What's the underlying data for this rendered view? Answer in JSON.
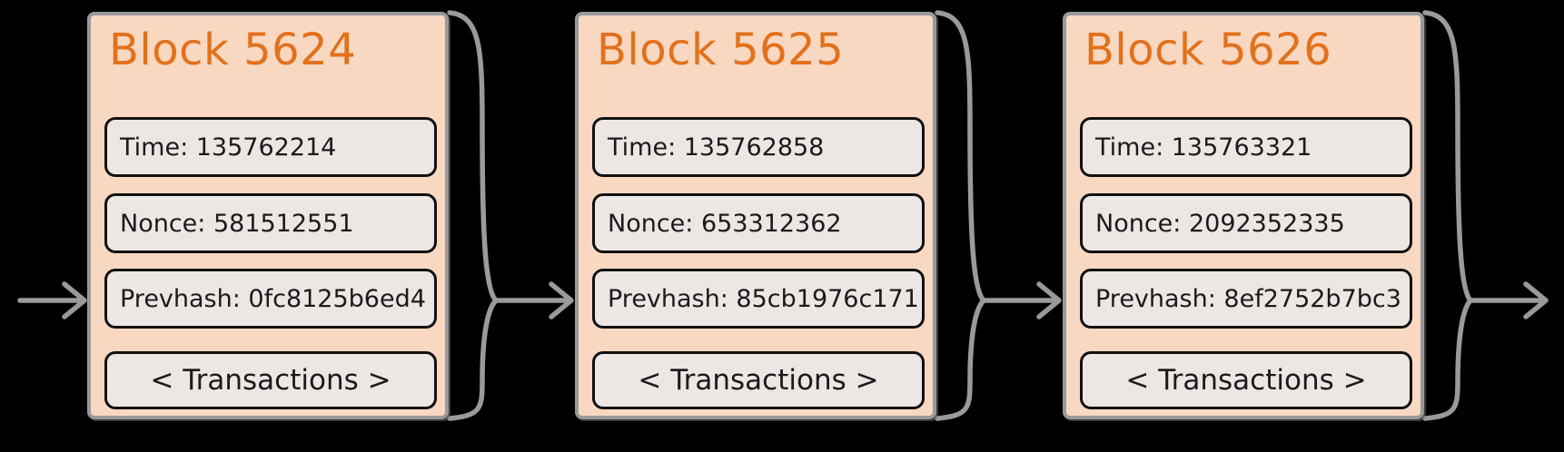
{
  "colors": {
    "background": "#000000",
    "block_fill": "#f9d8c2",
    "block_border": "#999999",
    "field_fill": "#ece7e4",
    "field_border": "#111111",
    "title_text": "#e2711c",
    "field_text": "#1b1b1b",
    "arrow": "#9a9a9a"
  },
  "blocks": [
    {
      "title": "Block 5624",
      "time": "Time: 135762214",
      "nonce": "Nonce: 581512551",
      "prevhash": "Prevhash: 0fc8125b6ed4",
      "transactions": "< Transactions >"
    },
    {
      "title": "Block 5625",
      "time": "Time: 135762858",
      "nonce": "Nonce: 653312362",
      "prevhash": "Prevhash: 85cb1976c171",
      "transactions": "< Transactions >"
    },
    {
      "title": "Block 5626",
      "time": "Time: 135763321",
      "nonce": "Nonce: 2092352335",
      "prevhash": "Prevhash: 8ef2752b7bc3",
      "transactions": "< Transactions >"
    }
  ]
}
